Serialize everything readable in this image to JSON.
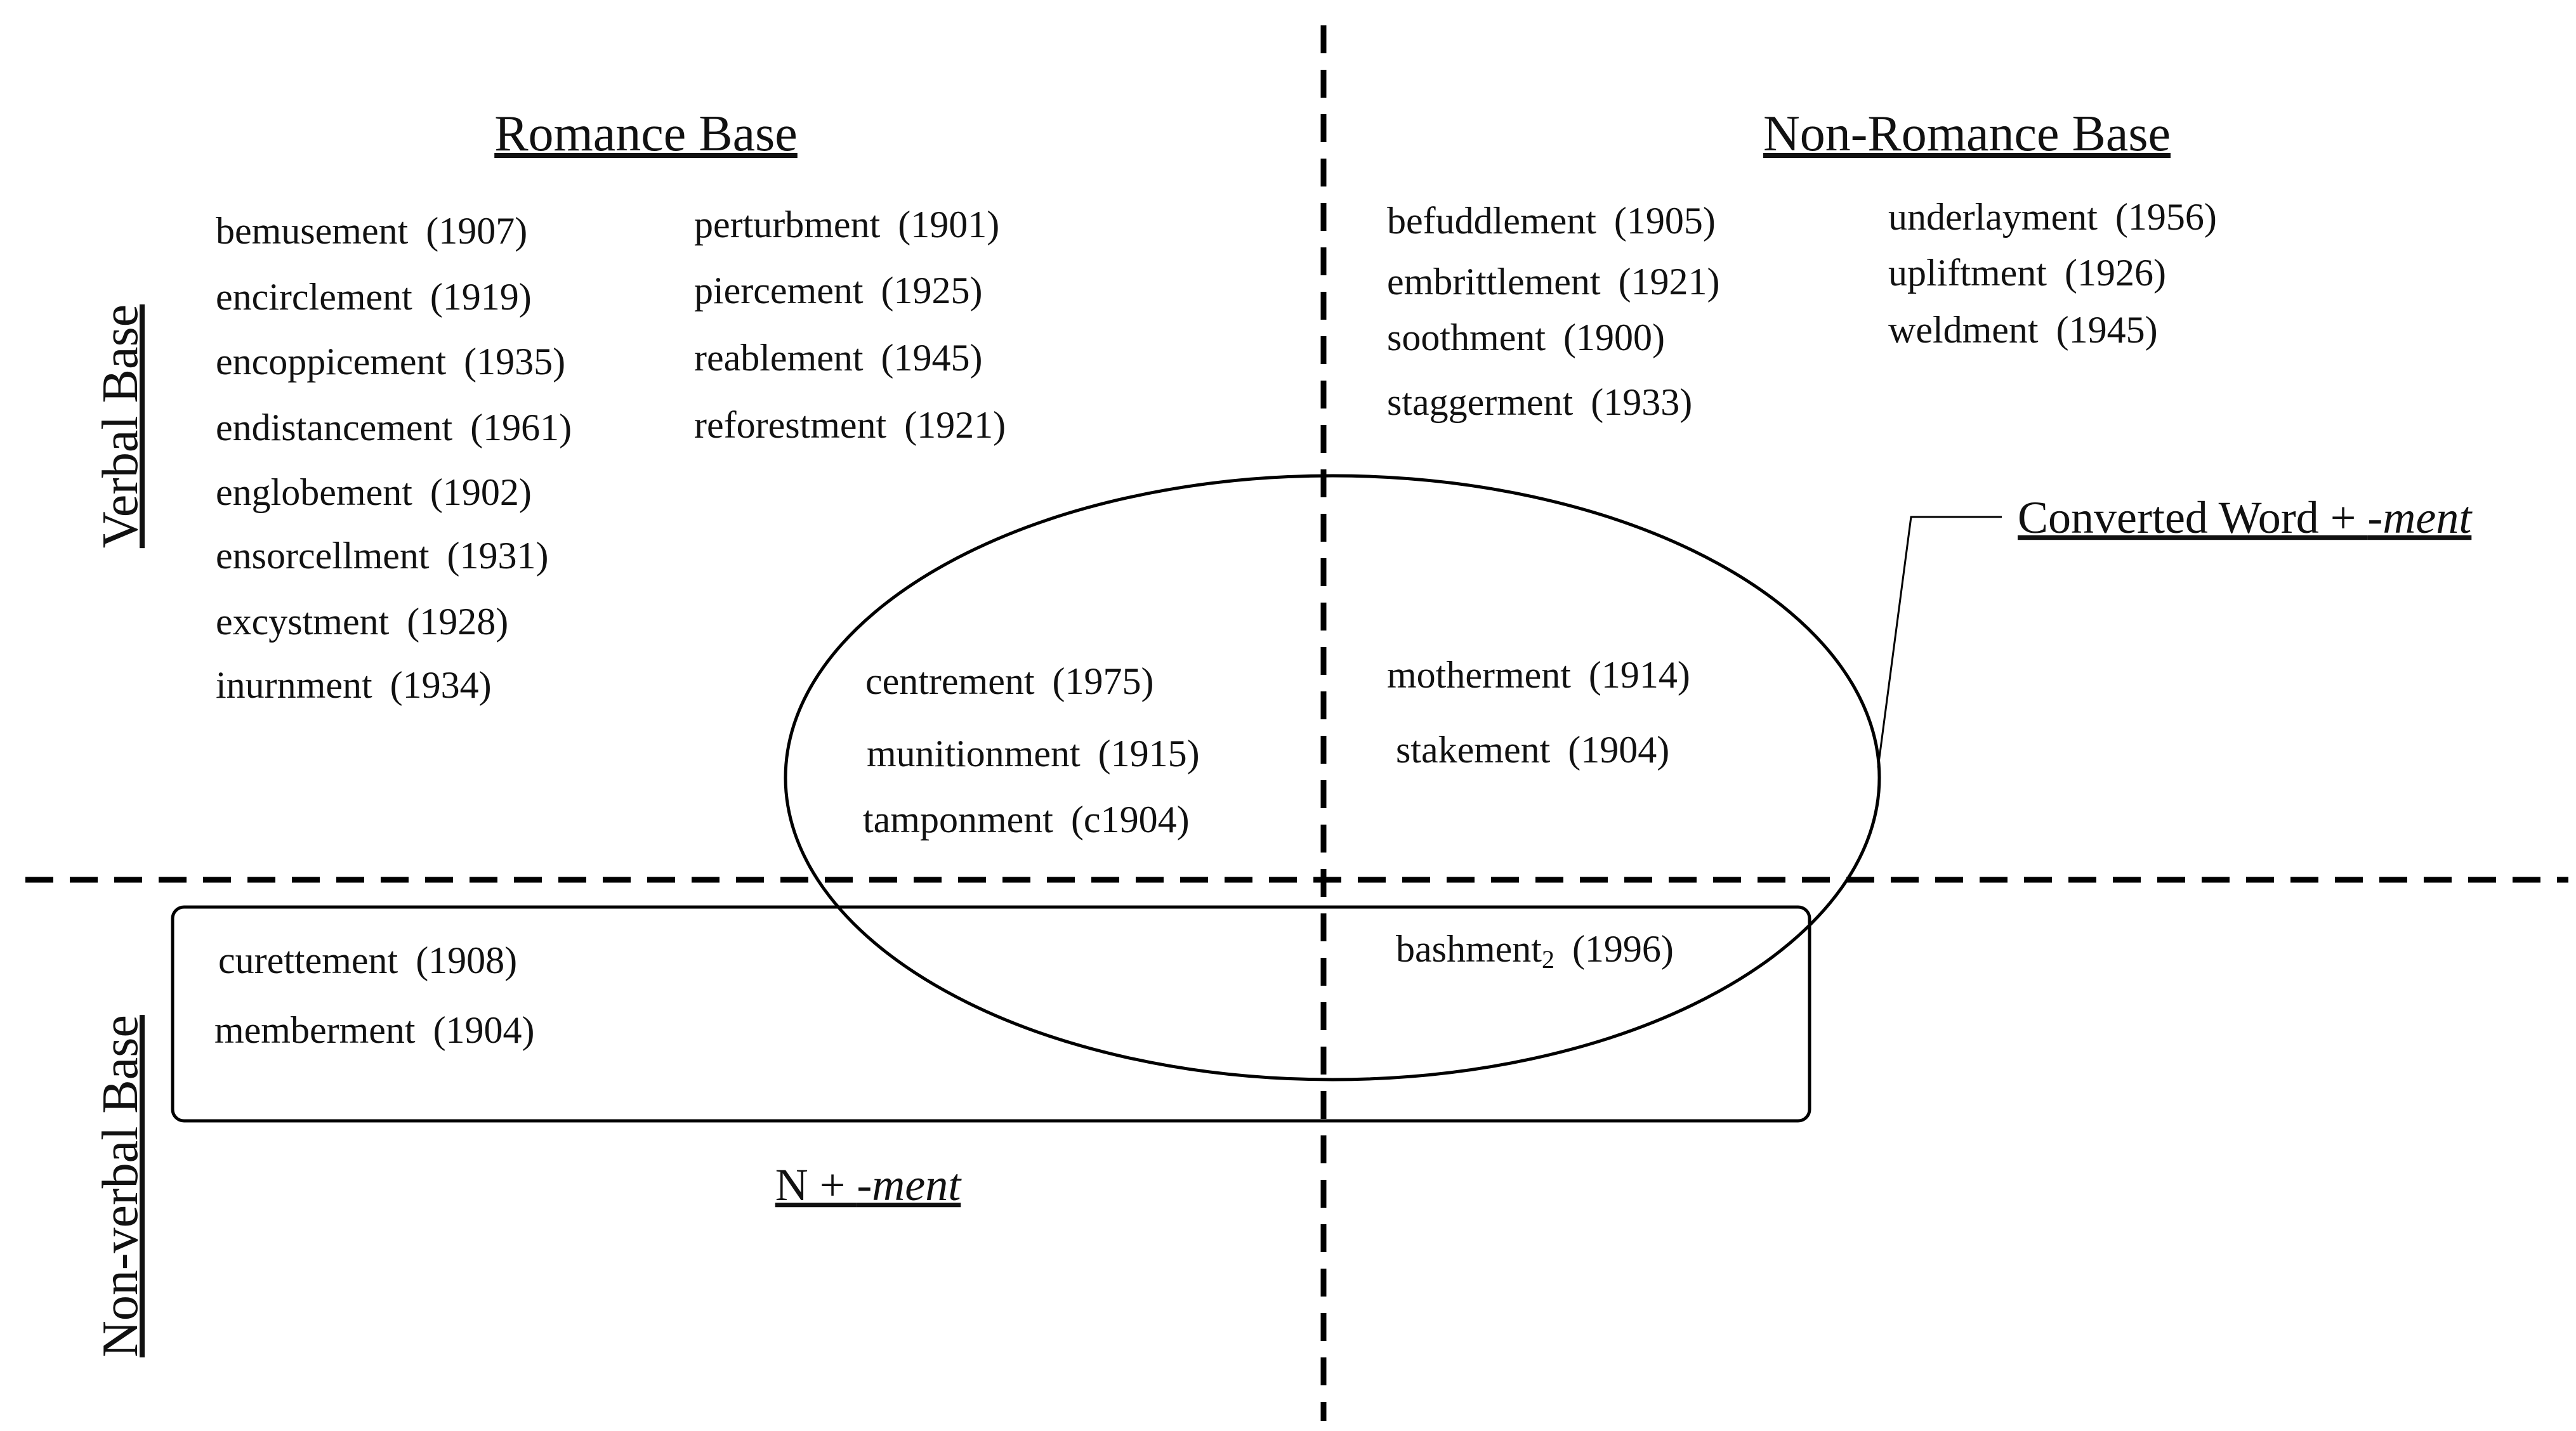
{
  "headers": {
    "romance": "Romance Base",
    "non_romance": "Non-Romance Base",
    "verbal": "Verbal Base",
    "non_verbal": "Non-verbal Base"
  },
  "groups": {
    "converted": {
      "prefix": "Converted Word + ",
      "suffix": "-ment"
    },
    "noun": {
      "prefix": "N + ",
      "suffix": "-ment"
    }
  },
  "words": {
    "romance_verbal_col1": [
      {
        "word": "bemusement",
        "year": "(1907)"
      },
      {
        "word": "encirclement",
        "year": "(1919)"
      },
      {
        "word": "encoppicement",
        "year": "(1935)"
      },
      {
        "word": "endistancement",
        "year": "(1961)"
      },
      {
        "word": "englobement",
        "year": "(1902)"
      },
      {
        "word": "ensorcellment",
        "year": "(1931)"
      },
      {
        "word": "excystment",
        "year": "(1928)"
      },
      {
        "word": "inurnment",
        "year": "(1934)"
      }
    ],
    "romance_verbal_col2": [
      {
        "word": "perturbment",
        "year": "(1901)"
      },
      {
        "word": "piercement",
        "year": "(1925)"
      },
      {
        "word": "reablement",
        "year": "(1945)"
      },
      {
        "word": "reforestment",
        "year": "(1921)"
      }
    ],
    "nonromance_verbal_col1": [
      {
        "word": "befuddlement",
        "year": "(1905)"
      },
      {
        "word": "embrittlement",
        "year": "(1921)"
      },
      {
        "word": "soothment",
        "year": "(1900)"
      },
      {
        "word": "staggerment",
        "year": "(1933)"
      }
    ],
    "nonromance_verbal_col2": [
      {
        "word": "underlayment",
        "year": "(1956)"
      },
      {
        "word": "upliftment",
        "year": "(1926)"
      },
      {
        "word": "weldment",
        "year": "(1945)"
      }
    ],
    "converted_romance": [
      {
        "word": "centrement",
        "year": "(1975)"
      },
      {
        "word": "munitionment",
        "year": "(1915)"
      },
      {
        "word": "tamponment",
        "year": "(c1904)"
      }
    ],
    "converted_nonromance": [
      {
        "word": "motherment",
        "year": "(1914)"
      },
      {
        "word": "stakement",
        "year": "(1904)"
      }
    ],
    "romance_nonverbal": [
      {
        "word": "curettement",
        "year": "(1908)"
      },
      {
        "word": "memberment",
        "year": "(1904)"
      }
    ],
    "nonromance_nonverbal": [
      {
        "word": "bashment",
        "sub": "2",
        "year": "(1996)"
      }
    ]
  }
}
